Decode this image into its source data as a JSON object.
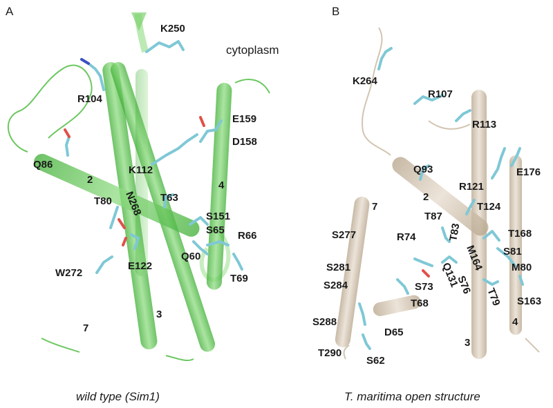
{
  "panels": [
    {
      "letter": "A",
      "caption": "wild type (Sim1)",
      "annotation": "cytoplasm",
      "helix_numbers": [
        "2",
        "3",
        "4",
        "7"
      ],
      "residues": [
        "K250",
        "R104",
        "E159",
        "D158",
        "Q86",
        "K112",
        "T63",
        "T80",
        "N268",
        "S151",
        "S65",
        "R66",
        "Q60",
        "W272",
        "E122",
        "T69"
      ]
    },
    {
      "letter": "B",
      "caption": "T. maritima open structure",
      "helix_numbers": [
        "2",
        "3",
        "4",
        "7"
      ],
      "residues": [
        "K264",
        "R107",
        "R113",
        "Q93",
        "E176",
        "R121",
        "T124",
        "T87",
        "T83",
        "S277",
        "R74",
        "T168",
        "S81",
        "M164",
        "M80",
        "S281",
        "Q131",
        "S284",
        "S73",
        "S76",
        "T79",
        "S163",
        "T68",
        "S288",
        "D65",
        "T290",
        "S62"
      ]
    }
  ],
  "colors": {
    "panel_a_helix": "#5cc24f",
    "panel_b_helix": "#c9b8a0",
    "stick_carbon": "#7fc8d6",
    "stick_oxygen": "#e0504a",
    "stick_nitrogen": "#3a4fc0"
  }
}
